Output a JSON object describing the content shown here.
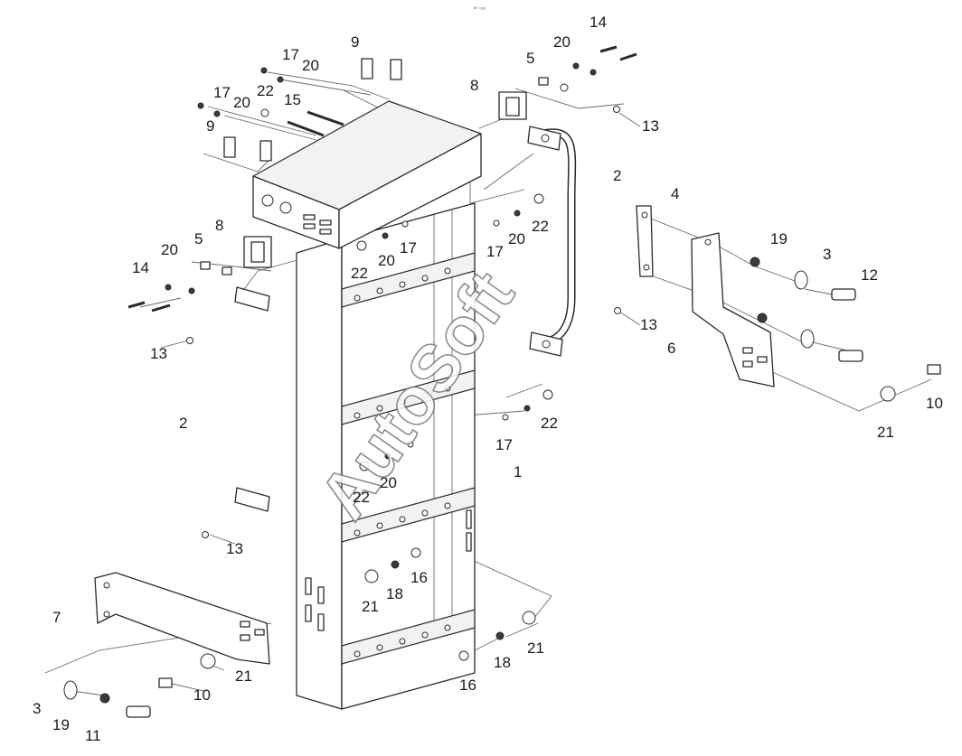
{
  "diagram": {
    "top_mark": "ª° ᵒᵒᵒ",
    "watermark": "AutoSoft",
    "callouts": {
      "c1": "1",
      "c2a": "2",
      "c2b": "2",
      "c3a": "3",
      "c3b": "3",
      "c4": "4",
      "c5a": "5",
      "c5b": "5",
      "c6": "6",
      "c7": "7",
      "c8a": "8",
      "c8b": "8",
      "c9a": "9",
      "c9b": "9",
      "c10a": "10",
      "c10b": "10",
      "c11": "11",
      "c12": "12",
      "c13a": "13",
      "c13b": "13",
      "c13c": "13",
      "c13d": "13",
      "c14a": "14",
      "c14b": "14",
      "c15": "15",
      "c16a": "16",
      "c16b": "16",
      "c17a": "17",
      "c17b": "17",
      "c17c": "17",
      "c17d": "17",
      "c17e": "17",
      "c18a": "18",
      "c18b": "18",
      "c19a": "19",
      "c19b": "19",
      "c20a": "20",
      "c20b": "20",
      "c20c": "20",
      "c20d": "20",
      "c20e": "20",
      "c20f": "20",
      "c20g": "20",
      "c21a": "21",
      "c21b": "21",
      "c21c": "21",
      "c21d": "21",
      "c22a": "22",
      "c22b": "22",
      "c22c": "22",
      "c22d": "22",
      "c22e": "22"
    }
  }
}
